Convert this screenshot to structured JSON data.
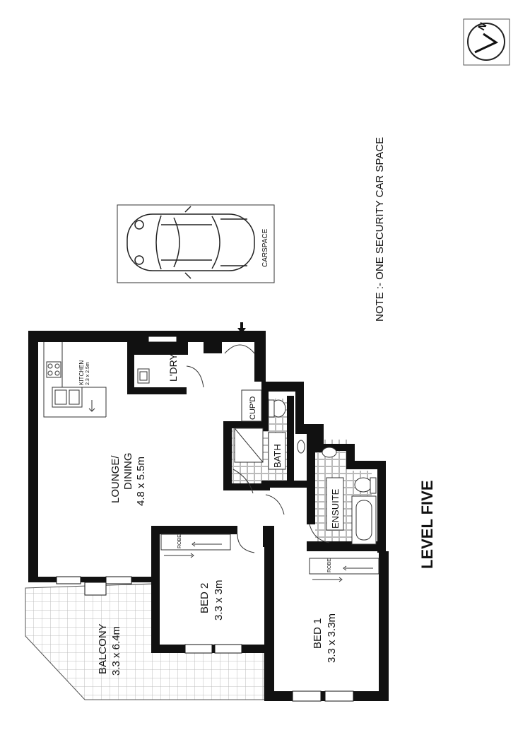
{
  "compass": {
    "letter": "N",
    "icon": "north-arrow-icon"
  },
  "note": "NOTE :- ONE SECURITY CAR SPACE",
  "level": "LEVEL FIVE",
  "carspace": {
    "label": "CARSPACE",
    "icon": "car-icon"
  },
  "rooms": {
    "lounge_name": "LOUNGE/",
    "lounge_name2": "DINING",
    "lounge_size": "4.8 x 5.5m",
    "kitchen_name": "KITCHEN",
    "kitchen_size": "2.3 x 2.5m",
    "laundry": "L'DRY",
    "cupboard": "CUP'D",
    "bath": "BATH",
    "ensuite": "ENSUITE",
    "bed2_name": "BED 2",
    "bed2_size": "3.3 x 3m",
    "bed1_name": "BED 1",
    "bed1_size": "3.3 x 3.3m",
    "balcony_name": "BALCONY",
    "balcony_size": "3.3 x 6.4m",
    "robe": "ROBE"
  }
}
